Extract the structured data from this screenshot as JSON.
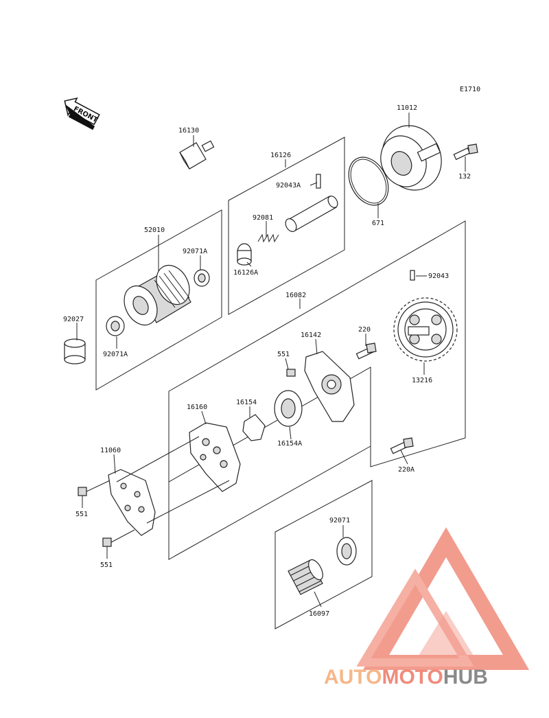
{
  "diagram_code": "E1710",
  "front_label": "FRONT",
  "parts": {
    "p11012": "11012",
    "p132": "132",
    "p671": "671",
    "p16130": "16130",
    "p16126": "16126",
    "p92043A": "92043A",
    "p92081": "92081",
    "p16126A": "16126A",
    "p52010": "52010",
    "p92071A_top": "92071A",
    "p92027": "92027",
    "p92071A_bottom": "92071A",
    "p16082": "16082",
    "p92043": "92043",
    "p13216": "13216",
    "p16142": "16142",
    "p220": "220",
    "p551_top": "551",
    "p16154": "16154",
    "p16154A": "16154A",
    "p16160": "16160",
    "p11060": "11060",
    "p551_mid": "551",
    "p551_bottom": "551",
    "p220A": "220A",
    "p92071": "92071",
    "p16097": "16097"
  },
  "watermark": {
    "auto": "AUTO",
    "moto": "MOTO",
    "hub": "HUB",
    "colors": {
      "auto": "#f5b78a",
      "moto": "#f08b7b",
      "hub": "#8a8a8a",
      "triangle": "#f08b7b"
    }
  }
}
